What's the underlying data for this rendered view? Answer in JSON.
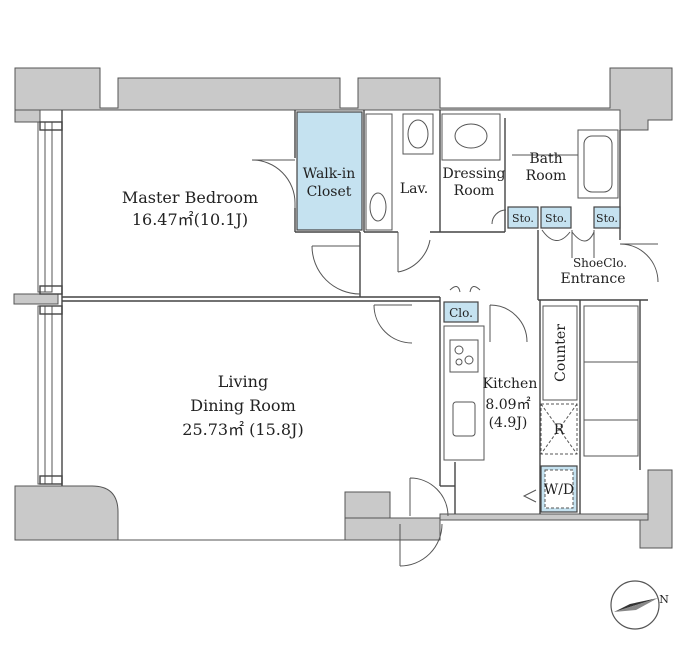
{
  "rooms": {
    "master_bedroom": {
      "name": "Master Bedroom",
      "area": "16.47㎡(10.1J)"
    },
    "walk_in_closet": {
      "line1": "Walk-in",
      "line2": "Closet"
    },
    "lavatory": {
      "name": "Lav."
    },
    "dressing_room": {
      "line1": "Dressing",
      "line2": "Room"
    },
    "bath_room": {
      "line1": "Bath",
      "line2": "Room"
    },
    "storage_1": {
      "name": "Sto."
    },
    "storage_2": {
      "name": "Sto."
    },
    "storage_3": {
      "name": "Sto."
    },
    "shoe_closet": {
      "name": "ShoeClo."
    },
    "entrance": {
      "name": "Entrance"
    },
    "closet": {
      "name": "Clo."
    },
    "living": {
      "line1": "Living",
      "line2": "Dining Room",
      "area": "25.73㎡ (15.8J)"
    },
    "kitchen": {
      "name": "Kitchen",
      "area": "8.09㎡",
      "tatami": "(4.9J)"
    },
    "counter": {
      "name": "Counter"
    },
    "refrigerator": {
      "name": "R"
    },
    "washer_dryer": {
      "name": "W/D"
    }
  },
  "compass": {
    "north": "N"
  },
  "colors": {
    "closet_fill": "#c5e2f0",
    "wall_fill": "#c9c9c9"
  }
}
